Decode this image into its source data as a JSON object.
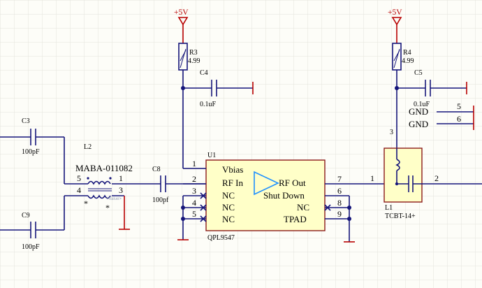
{
  "power_labels": {
    "left": "+5V",
    "right": "+5V"
  },
  "components": {
    "r3": {
      "ref": "R3",
      "value": "4.99"
    },
    "r4": {
      "ref": "R4",
      "value": "4.99"
    },
    "c4": {
      "ref": "C4",
      "value": "0.1uF"
    },
    "c5": {
      "ref": "C5",
      "value": "0.1uF"
    },
    "c3": {
      "ref": "C3",
      "value": "100pF"
    },
    "c9": {
      "ref": "C9",
      "value": "100pF"
    },
    "c8": {
      "ref": "C8",
      "value": "100pf"
    },
    "l2": {
      "ref": "L2",
      "part": "MABA-011082",
      "pin5": "5",
      "pin1": "1",
      "pin4": "4",
      "pin3": "3",
      "dot1": "*",
      "dot2": "*",
      "faint": "<Value>"
    },
    "u1": {
      "ref": "U1",
      "part": "QPL9547",
      "inside": {
        "vbias": "Vbias",
        "rf_in": "RF In",
        "nc1": "NC",
        "nc2": "NC",
        "nc3": "NC",
        "rf_out": "RF Out",
        "shutdown": "Shut Down",
        "nc4": "NC",
        "tpad": "TPAD"
      },
      "pins": {
        "p1": "1",
        "p2": "2",
        "p3": "3",
        "p4": "4",
        "p5": "5",
        "p6": "6",
        "p7": "7",
        "p8": "8",
        "p9": "9"
      }
    },
    "l1": {
      "ref": "L1",
      "part": "TCBT-14+",
      "pin1": "1",
      "pin2": "2",
      "pin3": "3"
    }
  },
  "gnd_connector": {
    "label1": "GND",
    "label2": "GND",
    "pin1": "5",
    "pin2": "6"
  }
}
